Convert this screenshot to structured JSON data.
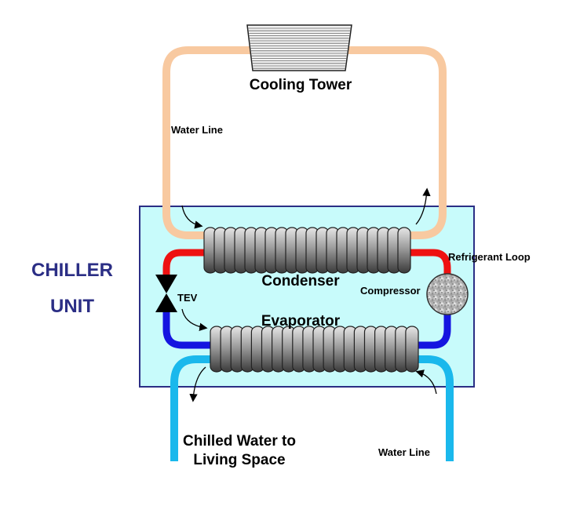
{
  "labels": {
    "cooling_tower": "Cooling Tower",
    "water_line_top": "Water Line",
    "chiller_line1": "CHILLER",
    "chiller_line2": "UNIT",
    "condenser": "Condenser",
    "refrigerant_loop": "Refrigerant Loop",
    "compressor": "Compressor",
    "tev": "TEV",
    "evaporator": "Evaporator",
    "chilled_water_line1": "Chilled Water to",
    "chilled_water_line2": "Living Space",
    "water_line_bottom": "Water Line"
  },
  "colors": {
    "tower_water": "#f8c9a0",
    "chilled_water": "#1ab8ec",
    "refrigerant_hot": "#ee1111",
    "refrigerant_cold": "#1515e0",
    "chiller_fill": "#c8fbfb",
    "chiller_border": "#2b2e85",
    "side_label": "#2b2e85"
  }
}
